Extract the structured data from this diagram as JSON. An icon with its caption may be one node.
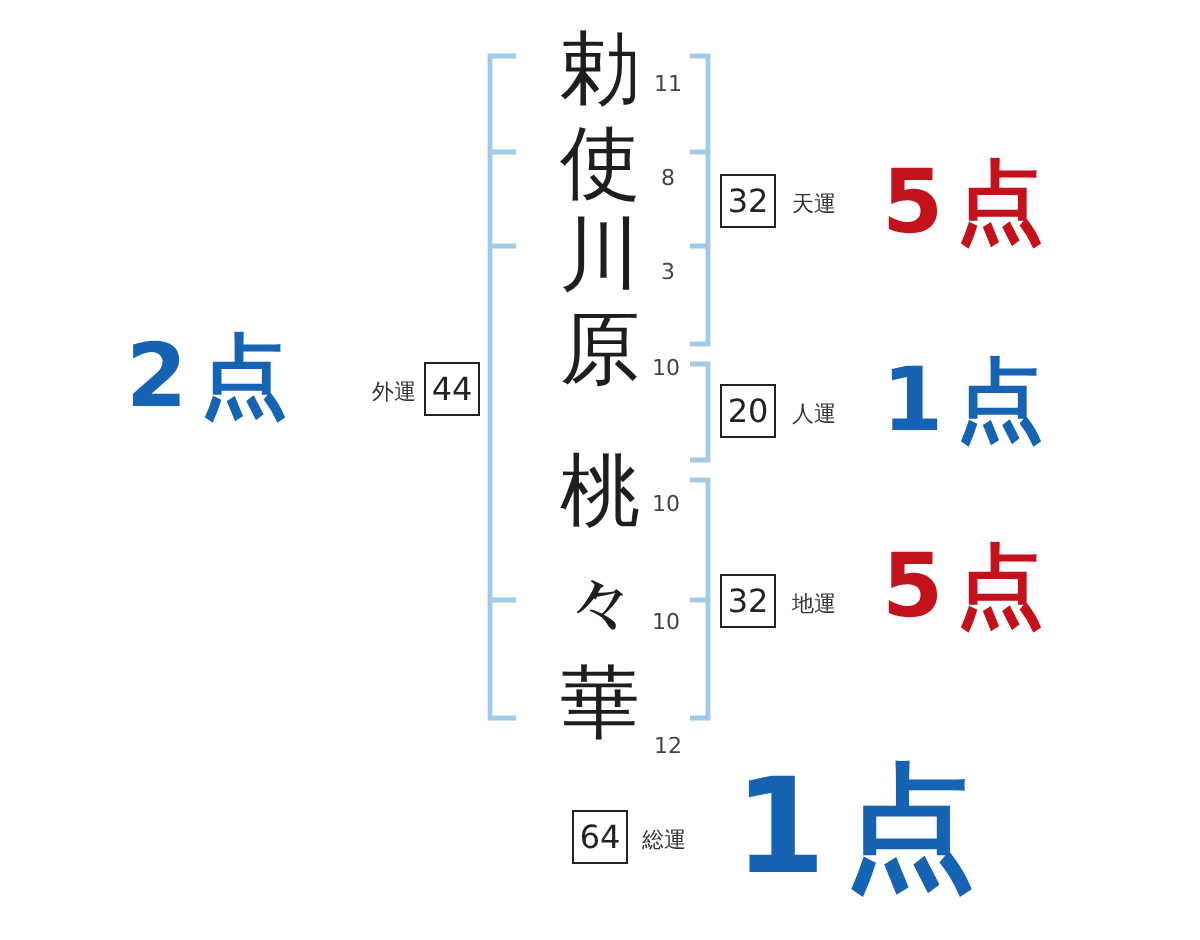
{
  "diagram": {
    "nodes": [
      {
        "text": [
          "32"
        ],
        "beside": [
          "天運",
          "5点"
        ]
      },
      {
        "text": [
          "44"
        ],
        "beside": [
          "外運",
          "2点"
        ]
      },
      {
        "text": [
          "20"
        ],
        "beside": [
          "人運",
          "1点"
        ]
      },
      {
        "text": [
          "32"
        ],
        "beside": [
          "地運",
          "5点"
        ]
      },
      {
        "text": [
          "64"
        ],
        "beside": [
          "総運",
          "1点"
        ]
      }
    ],
    "labels": [
      "勅",
      "11",
      "使",
      "8",
      "川",
      "3",
      "原",
      "10",
      "桃",
      "10",
      "々",
      "10",
      "華",
      "12"
    ]
  }
}
